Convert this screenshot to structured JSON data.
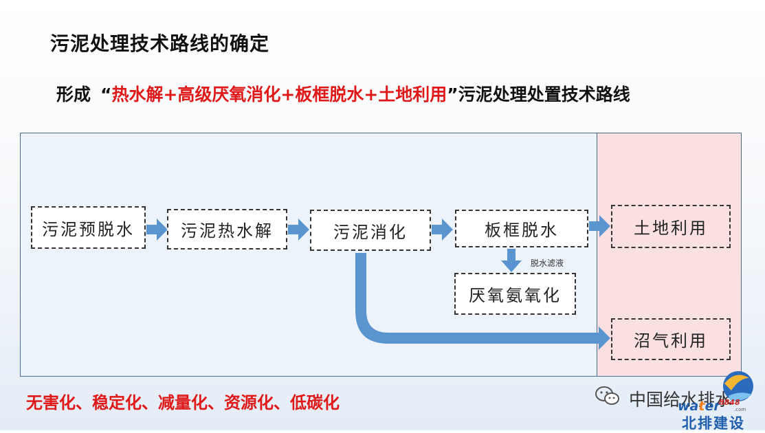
{
  "slide": {
    "title": "污泥处理技术路线的确定",
    "subtitle": {
      "prefix": "形成",
      "open_quote": "“",
      "highlight": "热水解+高级厌氧消化+板框脱水+土地利用",
      "close_quote": "”",
      "suffix": "污泥处理处置技术路线"
    },
    "highlight_color": "#e01818",
    "flow": {
      "boxes": {
        "dewater_pre": "污泥预脱水",
        "thermal_hydrolysis": "污泥热水解",
        "digestion": "污泥消化",
        "plate_frame": "板框脱水",
        "anammox": "厌氧氨氧化",
        "land_use": "土地利用",
        "biogas_use": "沼气利用"
      },
      "filtrate_label": "脱水滤液",
      "arrow_color": "#5b95cf"
    },
    "bottom_text": "无害化、稳定化、减量化、资源化、低碳化",
    "watermark": {
      "text": "中国给水排水",
      "icon": "wechat-icon"
    },
    "logo": {
      "water_a": "wa",
      "water_b": "t",
      "water_c": "er",
      "number": "8848",
      "domain": ".com",
      "chinese": "北排建设"
    }
  }
}
